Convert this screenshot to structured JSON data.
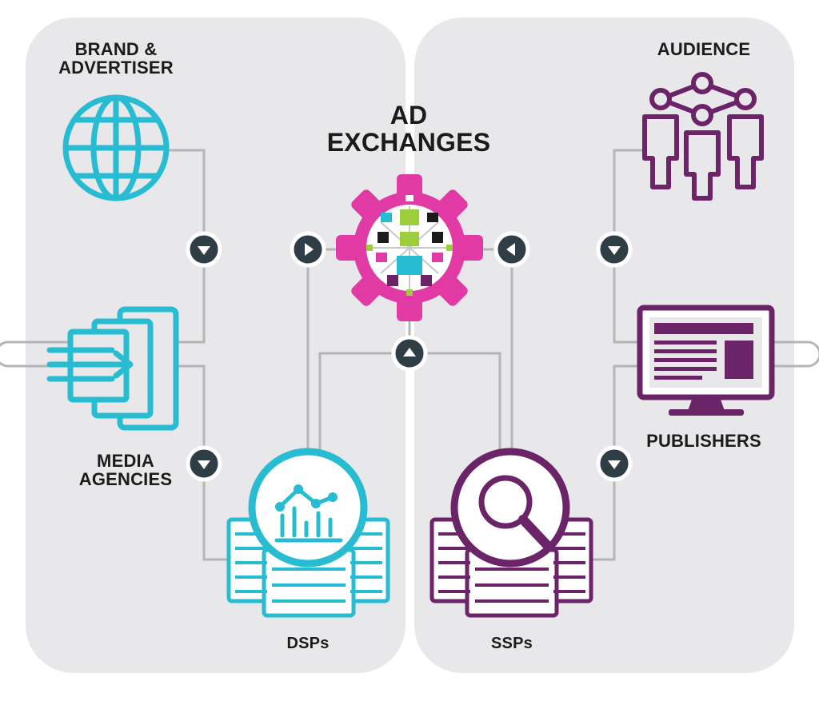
{
  "labels": {
    "brand": "BRAND &\nADVERTISER",
    "media": "MEDIA\nAGENCIES",
    "adx": "AD\nEXCHANGES",
    "audience": "AUDIENCE",
    "publishers": "PUBLISHERS",
    "dsps": "DSPs",
    "ssps": "SSPs"
  },
  "colors": {
    "panel": "#e8e8ea",
    "line": "#b5b5b5",
    "cyan": "#27bcd2",
    "purple": "#6b2467",
    "magenta": "#e23aa4",
    "arrow_fill": "#2f3d47",
    "green": "#9ccd3b",
    "black": "#1b1b1b"
  },
  "icons": {
    "brand": "globe-icon",
    "media": "stacked-cards-arrow-icon",
    "adx": "gear-network-icon",
    "audience": "people-network-icon",
    "publishers": "monitor-web-page-icon",
    "dsps": "server-chart-icon",
    "ssps": "server-magnifier-icon"
  }
}
